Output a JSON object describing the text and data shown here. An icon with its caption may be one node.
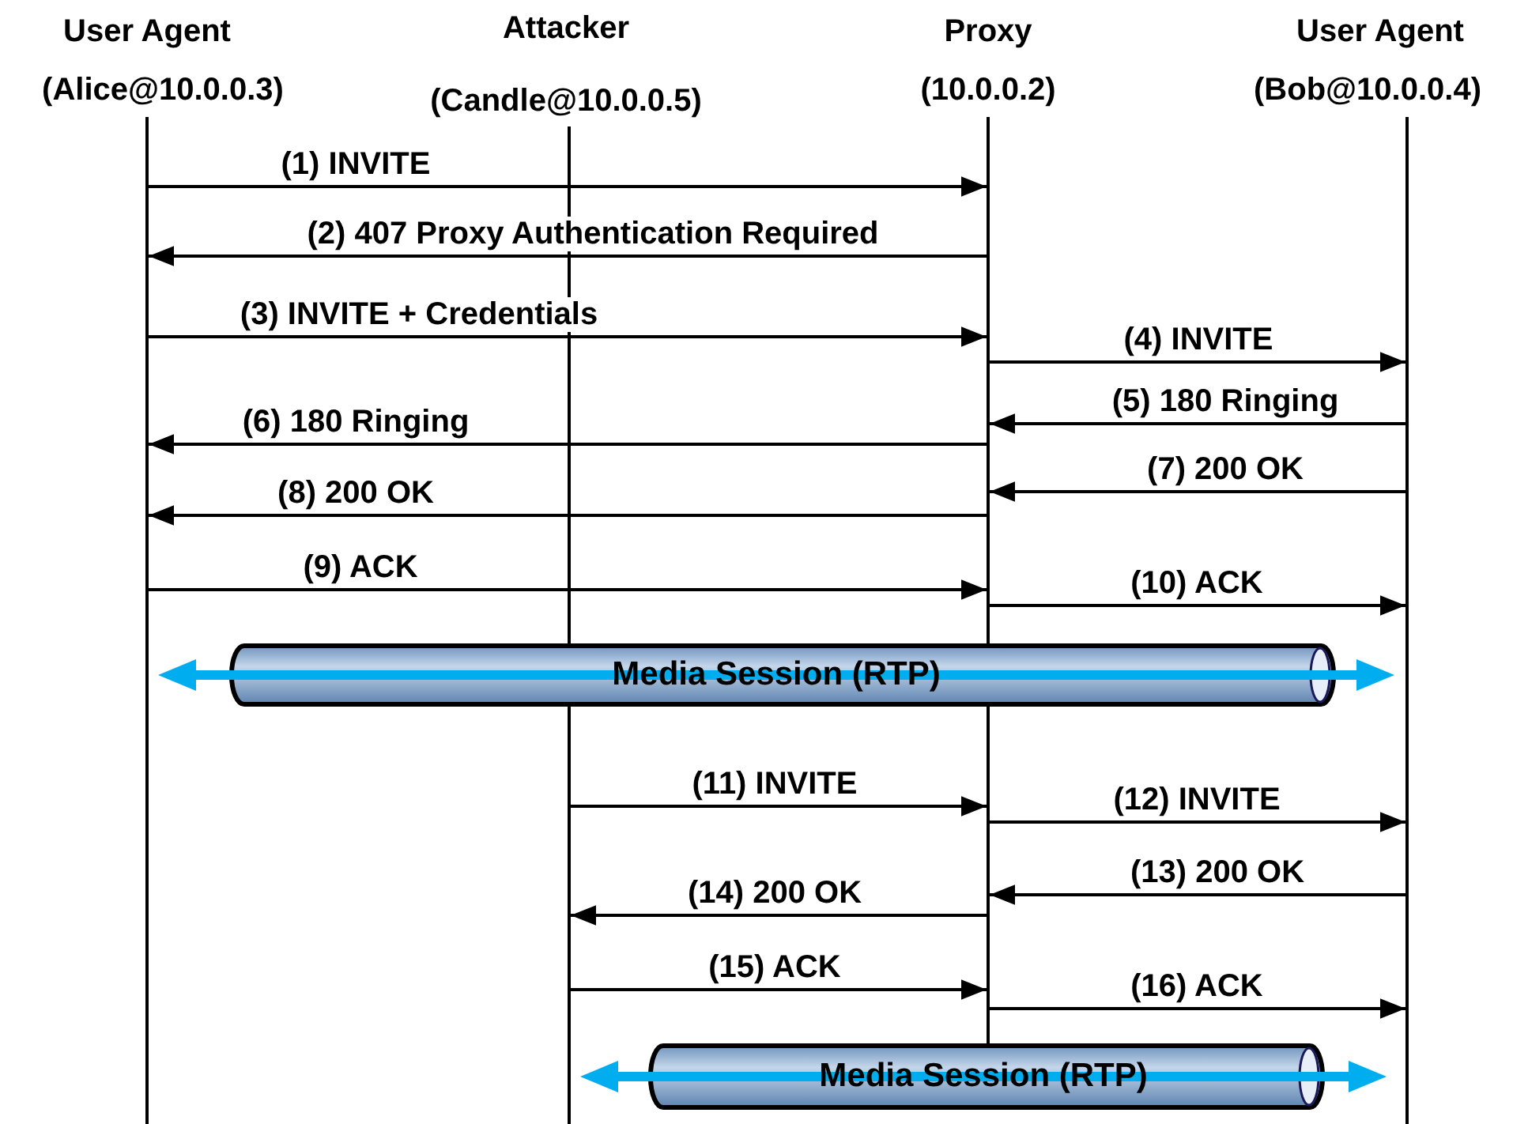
{
  "diagram": {
    "nodes": [
      {
        "text": [],
        "shape": "bar",
        "beside": [
          "User Agent",
          "(Alice@10.0.0.3)"
        ]
      },
      {
        "text": [],
        "shape": "bar",
        "beside": [
          "Attacker",
          "(Candle@10.0.0.5)"
        ]
      },
      {
        "text": [],
        "shape": "bar",
        "beside": [
          "Proxy",
          "(10.0.0.2)"
        ]
      },
      {
        "text": [],
        "shape": "bar",
        "beside": [
          "User Agent",
          "(Bob@10.0.0.4)"
        ]
      },
      {
        "text": [
          "Media Session (RTP)"
        ]
      },
      {
        "text": [
          "Media Session (RTP)"
        ]
      }
    ],
    "edges": [
      {
        "from": 0,
        "to": 2,
        "arrow": "to",
        "label": "(1) INVITE"
      },
      {
        "from": 2,
        "to": 0,
        "arrow": "to",
        "label": "(2) 407 Proxy Authentication Required"
      },
      {
        "from": 0,
        "to": 2,
        "arrow": "to",
        "label": "(3) INVITE + Credentials"
      },
      {
        "from": 2,
        "to": 3,
        "arrow": "to",
        "label": "(4) INVITE"
      },
      {
        "from": 3,
        "to": 2,
        "arrow": "to",
        "label": "(5) 180 Ringing"
      },
      {
        "from": 2,
        "to": 0,
        "arrow": "to",
        "label": "(6) 180 Ringing"
      },
      {
        "from": 3,
        "to": 2,
        "arrow": "to",
        "label": "(7) 200 OK"
      },
      {
        "from": 2,
        "to": 0,
        "arrow": "to",
        "label": "(8) 200 OK"
      },
      {
        "from": 0,
        "to": 2,
        "arrow": "to",
        "label": "(9) ACK"
      },
      {
        "from": 2,
        "to": 3,
        "arrow": "to",
        "label": "(10) ACK"
      },
      {
        "from": 1,
        "to": 2,
        "arrow": "to",
        "label": "(11) INVITE"
      },
      {
        "from": 2,
        "to": 3,
        "arrow": "to",
        "label": "(12) INVITE"
      },
      {
        "from": 3,
        "to": 2,
        "arrow": "to",
        "label": "(13) 200 OK"
      },
      {
        "from": 2,
        "to": 1,
        "arrow": "to",
        "label": "(14) 200 OK"
      },
      {
        "from": 1,
        "to": 2,
        "arrow": "to",
        "label": "(15) ACK"
      },
      {
        "from": 2,
        "to": 3,
        "arrow": "to",
        "label": "(16) ACK"
      }
    ]
  }
}
